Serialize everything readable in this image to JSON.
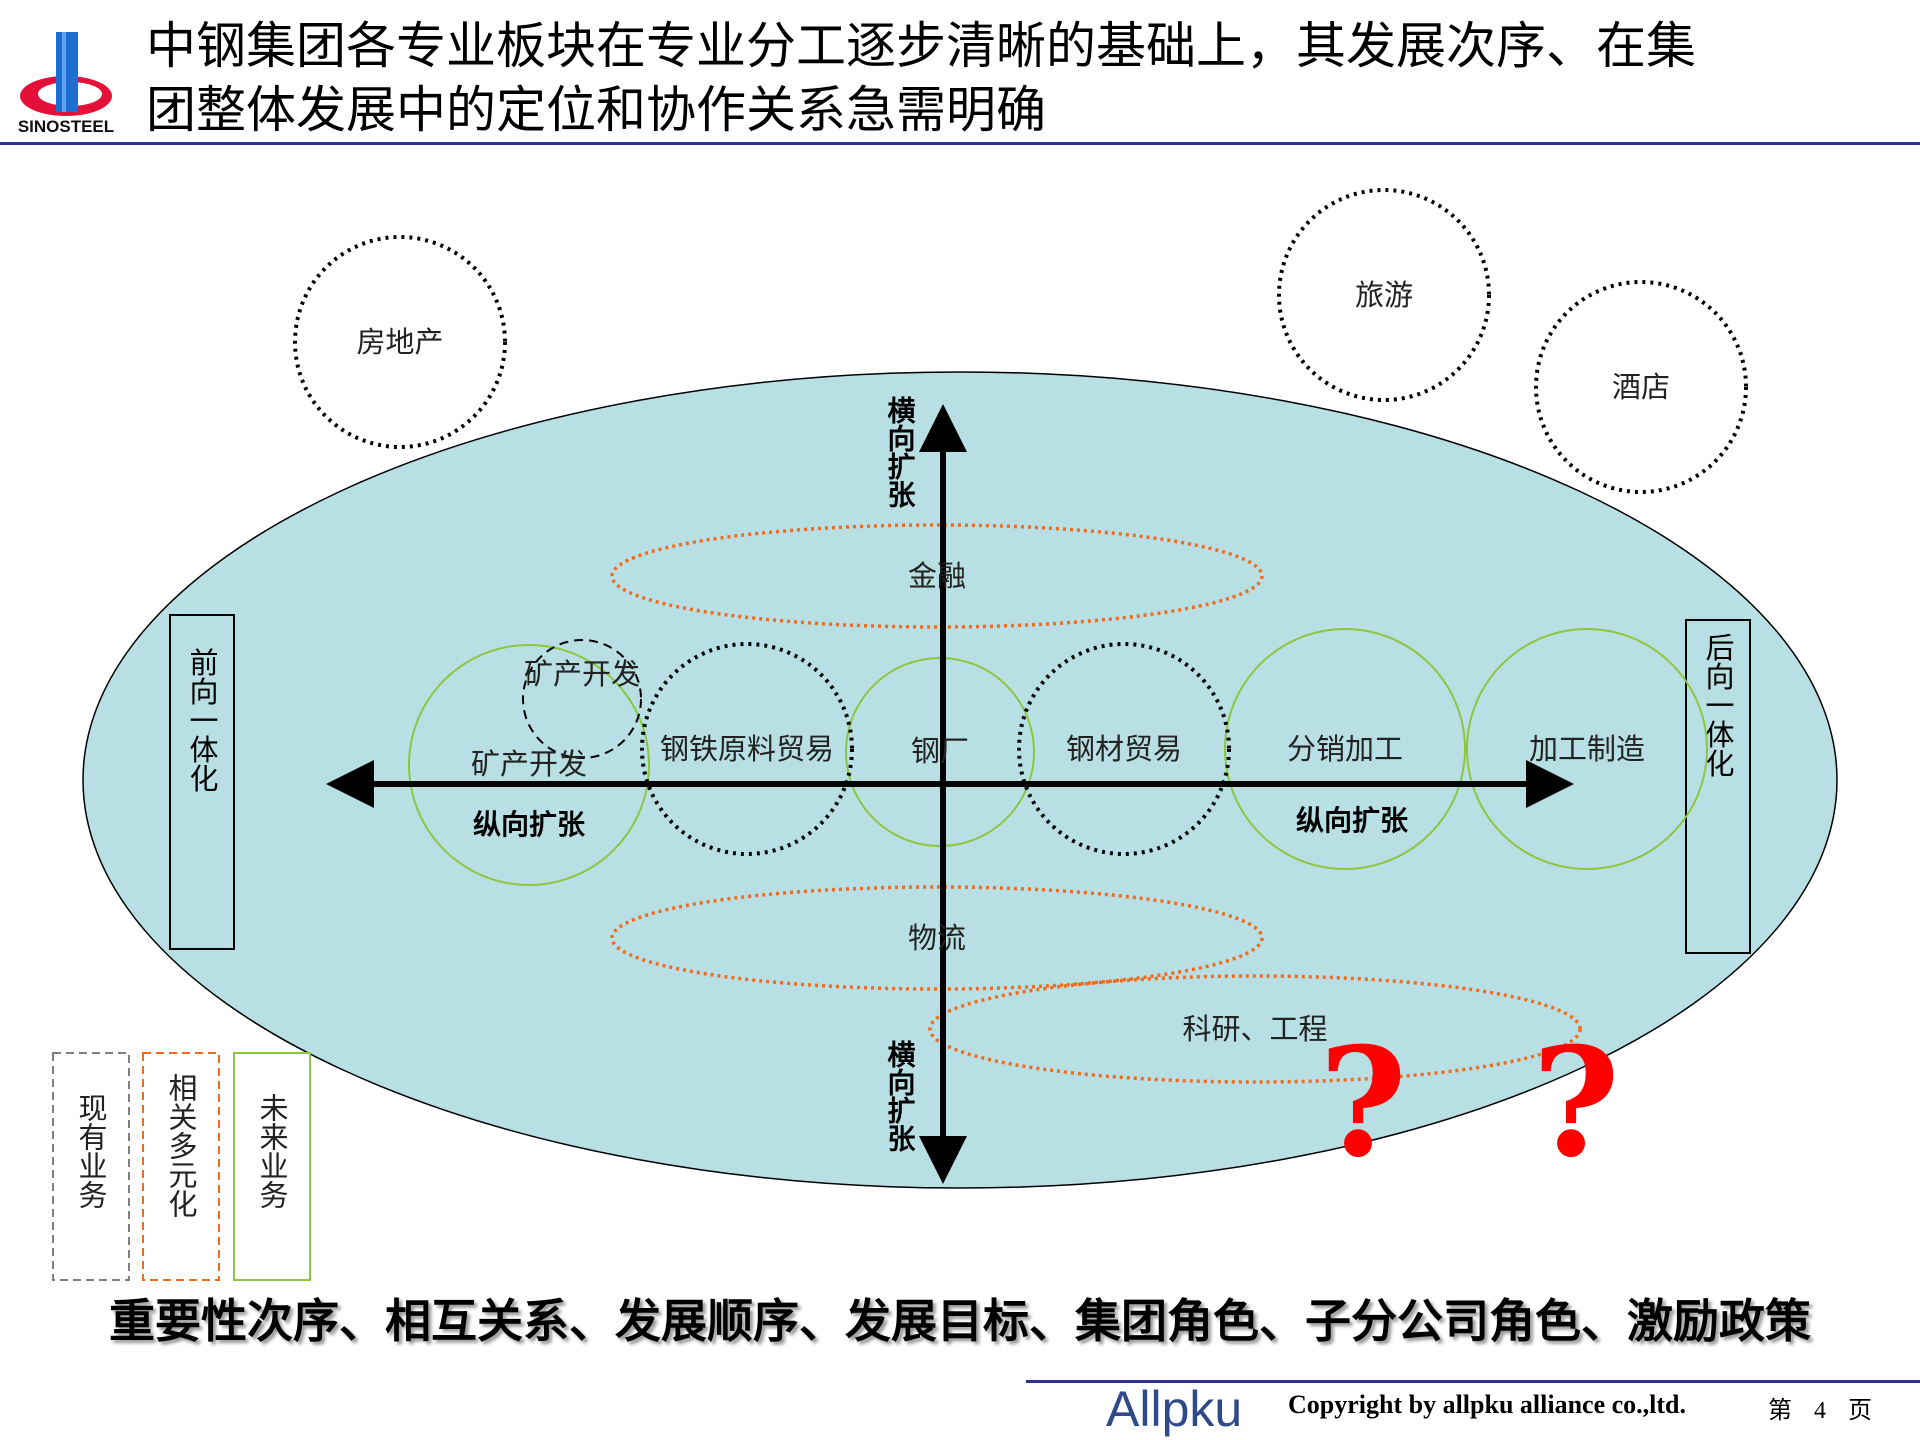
{
  "header": {
    "logo_text": "SINOSTEEL",
    "title_line1": "中钢集团各专业板块在专业分工逐步清晰的基础上，其发展次序、在集",
    "title_line2": "团整体发展中的定位和协作关系急需明确"
  },
  "diagram": {
    "outer_circles": [
      "房地产",
      "旅游",
      "酒店"
    ],
    "axis_labels": {
      "top": "横向扩张",
      "bottom": "横向扩张",
      "left": "纵向扩张",
      "right": "纵向扩张"
    },
    "orange_ellipses": [
      "金融",
      "物流",
      "科研、工程"
    ],
    "green_circles": [
      "矿产开发",
      "钢厂",
      "分销加工",
      "加工制造"
    ],
    "dotted_circles": [
      "钢铁原料贸易",
      "钢材贸易"
    ],
    "dashed_circle": "矿产开发",
    "left_box": "前向一体化",
    "right_box": "后向一体化",
    "question_marks": [
      "?",
      "?"
    ]
  },
  "legend": [
    {
      "label": "现有业务",
      "color": "#808080"
    },
    {
      "label": "相关多元化",
      "color": "#f26b1d"
    },
    {
      "label": "未来业务",
      "color": "#8cc63f"
    }
  ],
  "bottom_text": "重要性次序、相互关系、发展顺序、发展目标、集团角色、子分公司角色、激励政策",
  "footer": {
    "brand": "Allpku",
    "copyright": "Copyright by  allpku alliance co.,ltd.",
    "page": "第 4 页"
  },
  "colors": {
    "ellipse_fill": "#b8dfe3",
    "accent_blue": "#2e3192",
    "orange": "#f26b1d",
    "green": "#8cc63f",
    "question": "#ff0000"
  }
}
